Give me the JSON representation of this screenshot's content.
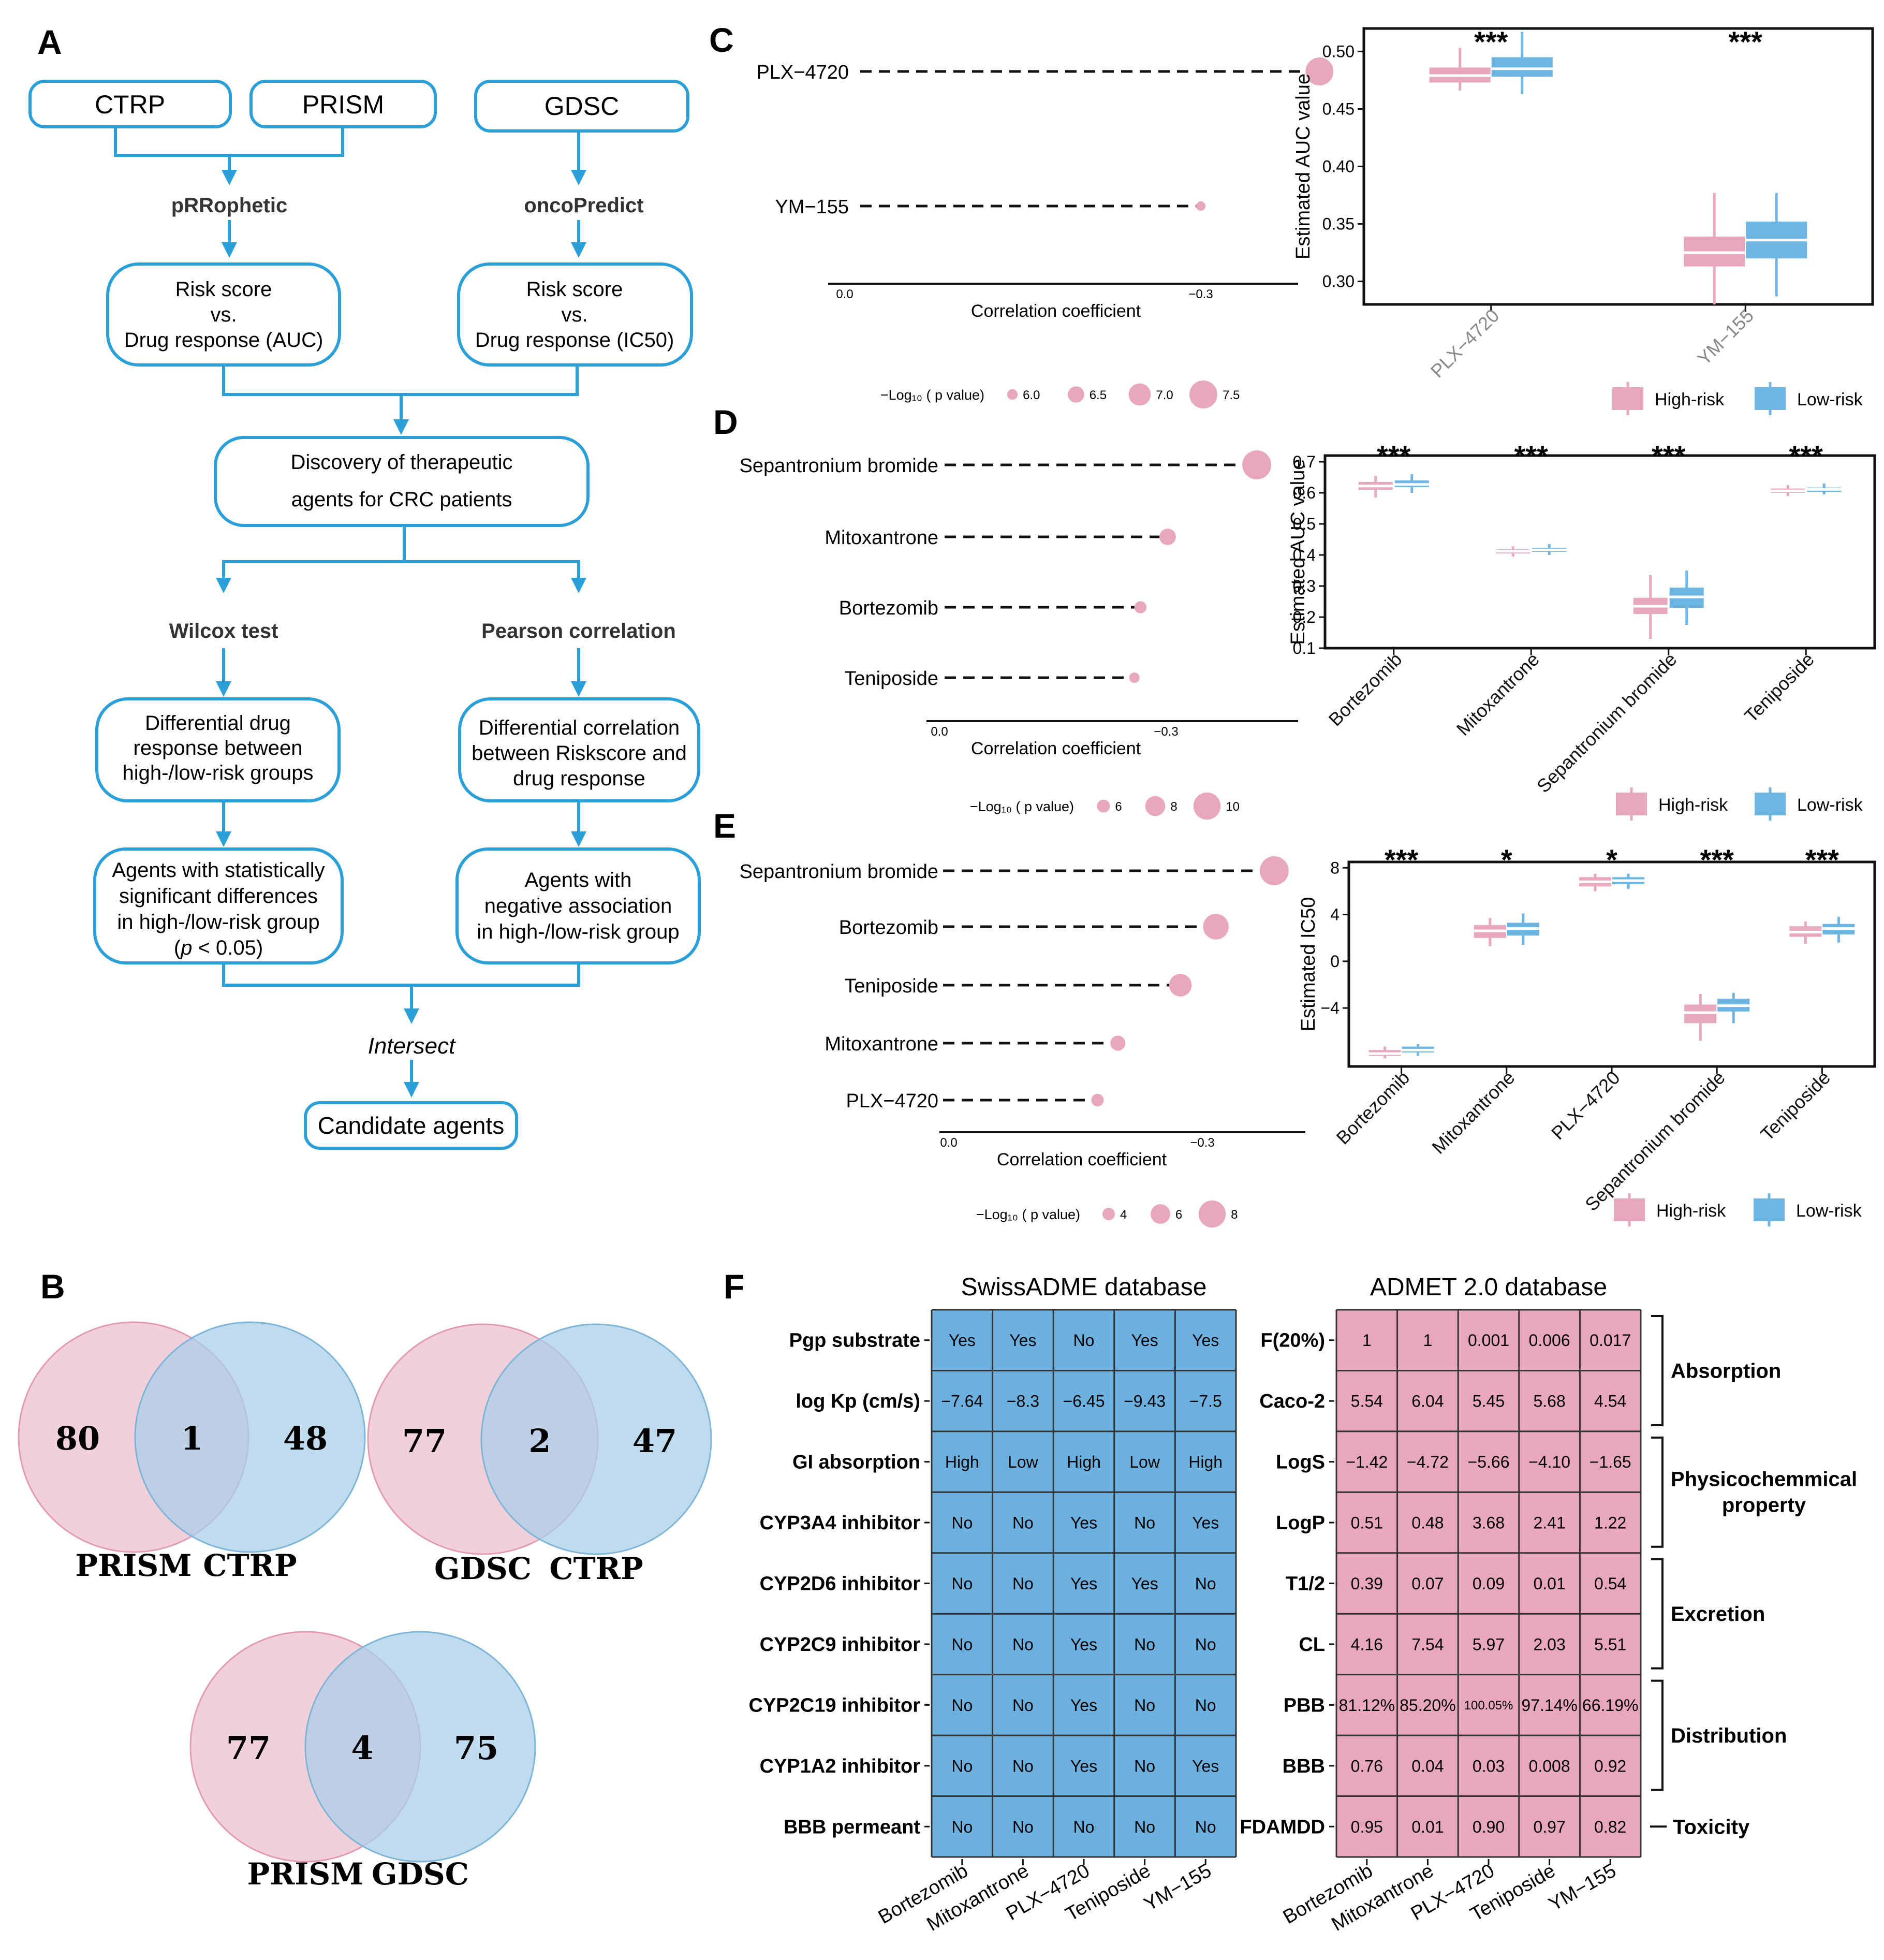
{
  "panel_labels": {
    "A": "A",
    "B": "B",
    "C": "C",
    "D": "D",
    "E": "E",
    "F": "F"
  },
  "colors": {
    "high": "#e8a7bf",
    "low": "#6fb5e2",
    "flow": "#2b9fd8",
    "swiss": "#6cb0e0",
    "admet": "#e8a7bf",
    "venn_left": "#efc4d1",
    "venn_right": "#a9cfe8"
  },
  "flowchart": {
    "ctrp": "CTRP",
    "prism": "PRISM",
    "gdsc": "GDSC",
    "prrophetic": "pRRophetic",
    "oncopredict": "oncoPredict",
    "risk_auc": [
      "Risk score",
      "vs.",
      "Drug response (AUC)"
    ],
    "risk_ic50": [
      "Risk score",
      "vs.",
      "Drug response (IC50)"
    ],
    "discovery": [
      "Discovery of therapeutic",
      "agents for CRC patients"
    ],
    "wilcox": "Wilcox test",
    "pearson": "Pearson correlation",
    "diff_drug": [
      "Differential drug",
      "response between",
      "high-/low-risk groups"
    ],
    "diff_corr": [
      "Differential correlation",
      "between Riskscore and",
      "drug response"
    ],
    "agents_sig": [
      "Agents with statistically",
      "significant differences",
      "in high-/low-risk group"
    ],
    "agents_sig_p": [
      "(",
      "p",
      " < 0.05)"
    ],
    "agents_neg": [
      "Agents with",
      "negative association",
      "in high-/low-risk group"
    ],
    "intersect": "Intersect",
    "candidate": "Candidate agents"
  },
  "venns": [
    {
      "left_label": "PRISM",
      "right_label": "CTRP",
      "left": "80",
      "mid": "1",
      "right": "48"
    },
    {
      "left_label": "GDSC",
      "right_label": "CTRP",
      "left": "77",
      "mid": "2",
      "right": "47"
    },
    {
      "left_label": "PRISM",
      "right_label": "GDSC",
      "left": "77",
      "mid": "4",
      "right": "75"
    }
  ],
  "chart_data": [
    {
      "panel": "C",
      "type": "scatter",
      "subtype": "lollipop",
      "drugs": [
        "PLX−4720",
        "YM−155"
      ],
      "x": [
        -0.4,
        -0.3
      ],
      "neglog10p": [
        7.5,
        5.9
      ],
      "xlabel": "Correlation coefficient",
      "xticks": [
        "0.0",
        "−0.3"
      ],
      "size_legend_title": "−Log₁₀ ( p value)",
      "size_legend": [
        "6.0",
        "6.5",
        "7.0",
        "7.5"
      ]
    },
    {
      "panel": "C",
      "type": "box",
      "categories": [
        "PLX−4720",
        "YM−155"
      ],
      "ylabel": "Estimated AUC value",
      "ylim": [
        0.28,
        0.52
      ],
      "yticks": [
        "0.30",
        "0.35",
        "0.40",
        "0.45",
        "0.50"
      ],
      "significance": [
        "***",
        "***"
      ],
      "series": [
        {
          "name": "High-risk",
          "boxes": [
            [
              0.466,
              0.473,
              0.479,
              0.486,
              0.503
            ],
            [
              0.28,
              0.313,
              0.325,
              0.339,
              0.377
            ]
          ]
        },
        {
          "name": "Low-risk",
          "boxes": [
            [
              0.463,
              0.478,
              0.485,
              0.495,
              0.517
            ],
            [
              0.287,
              0.32,
              0.336,
              0.352,
              0.377
            ]
          ]
        }
      ]
    },
    {
      "panel": "D",
      "type": "scatter",
      "subtype": "lollipop",
      "drugs": [
        "Sepantronium bromide",
        "Mitoxantrone",
        "Bortezomib",
        "Teniposide"
      ],
      "x": [
        -0.42,
        -0.302,
        -0.266,
        -0.258
      ],
      "neglog10p": [
        10.5,
        7,
        5.8,
        5.3
      ],
      "xlabel": "Correlation coefficient",
      "xticks": [
        "0.0",
        "−0.3"
      ],
      "size_legend_title": "−Log₁₀ ( p value)",
      "size_legend": [
        "6",
        "8",
        "10"
      ]
    },
    {
      "panel": "D",
      "type": "box",
      "categories": [
        "Bortezomib",
        "Mitoxantrone",
        "Sepantronium bromide",
        "Teniposide"
      ],
      "ylabel": "Estimated AUC value",
      "ylim": [
        0.1,
        0.72
      ],
      "yticks": [
        "0.1",
        "0.2",
        "0.3",
        "0.4",
        "0.5",
        "0.6",
        "0.7"
      ],
      "significance": [
        "***",
        "***",
        "***",
        "***"
      ],
      "series": [
        {
          "name": "High-risk",
          "boxes": [
            [
              0.585,
              0.61,
              0.622,
              0.635,
              0.655
            ],
            [
              0.395,
              0.405,
              0.412,
              0.418,
              0.428
            ],
            [
              0.13,
              0.21,
              0.235,
              0.262,
              0.335
            ],
            [
              0.59,
              0.6,
              0.606,
              0.614,
              0.625
            ]
          ]
        },
        {
          "name": "Low-risk",
          "boxes": [
            [
              0.6,
              0.618,
              0.627,
              0.64,
              0.66
            ],
            [
              0.4,
              0.41,
              0.416,
              0.423,
              0.435
            ],
            [
              0.175,
              0.23,
              0.265,
              0.295,
              0.35
            ],
            [
              0.595,
              0.603,
              0.611,
              0.617,
              0.63
            ]
          ]
        }
      ]
    },
    {
      "panel": "E",
      "type": "scatter",
      "subtype": "lollipop",
      "drugs": [
        "Sepantronium bromide",
        "Bortezomib",
        "Teniposide",
        "Mitoxantrone",
        "PLX−4720"
      ],
      "x": [
        -0.385,
        -0.316,
        -0.274,
        -0.2,
        -0.176
      ],
      "neglog10p": [
        8.5,
        7.6,
        6.8,
        4.8,
        4.1
      ],
      "xlabel": "Correlation coefficient",
      "xticks": [
        "0.0",
        "−0.3"
      ],
      "size_legend_title": "−Log₁₀ ( p value)",
      "size_legend": [
        "4",
        "6",
        "8"
      ]
    },
    {
      "panel": "E",
      "type": "box",
      "categories": [
        "Bortezomib",
        "Mitoxantrone",
        "PLX−4720",
        "Sepantronium bromide",
        "Teniposide"
      ],
      "ylabel": "Estimated IC50",
      "ylim": [
        -9,
        8.5
      ],
      "yticks": [
        "8",
        "4",
        "0",
        "−4"
      ],
      "significance": [
        "***",
        "*",
        "*",
        "***",
        "***"
      ],
      "series": [
        {
          "name": "High-risk",
          "boxes": [
            [
              -8.3,
              -8.1,
              -7.9,
              -7.6,
              -7.3
            ],
            [
              1.3,
              2,
              2.6,
              3.1,
              3.7
            ],
            [
              6,
              6.4,
              6.8,
              7.2,
              7.5
            ],
            [
              -6.8,
              -5.3,
              -4.4,
              -3.7,
              -2.8
            ],
            [
              1.5,
              2.1,
              2.5,
              3,
              3.4
            ]
          ]
        },
        {
          "name": "Low-risk",
          "boxes": [
            [
              -8.1,
              -7.8,
              -7.6,
              -7.3,
              -7.1
            ],
            [
              1.4,
              2.2,
              2.8,
              3.3,
              4.1
            ],
            [
              6.2,
              6.6,
              6.9,
              7.2,
              7.5
            ],
            [
              -5.3,
              -4.3,
              -3.8,
              -3.2,
              -2.7
            ],
            [
              1.6,
              2.3,
              2.8,
              3.2,
              3.8
            ]
          ]
        }
      ]
    },
    {
      "panel": "F",
      "type": "table",
      "title": "SwissADME database",
      "columns": [
        "Bortezomib",
        "Mitoxantrone",
        "PLX−4720",
        "Teniposide",
        "YM−155"
      ],
      "rows": [
        {
          "label": "Pgp substrate",
          "values": [
            "Yes",
            "Yes",
            "No",
            "Yes",
            "Yes"
          ]
        },
        {
          "label": "log Kp (cm/s)",
          "values": [
            "−7.64",
            "−8.3",
            "−6.45",
            "−9.43",
            "−7.5"
          ]
        },
        {
          "label": "GI absorption",
          "values": [
            "High",
            "Low",
            "High",
            "Low",
            "High"
          ]
        },
        {
          "label": "CYP3A4 inhibitor",
          "values": [
            "No",
            "No",
            "Yes",
            "No",
            "Yes"
          ]
        },
        {
          "label": "CYP2D6 inhibitor",
          "values": [
            "No",
            "No",
            "Yes",
            "Yes",
            "No"
          ]
        },
        {
          "label": "CYP2C9 inhibitor",
          "values": [
            "No",
            "No",
            "Yes",
            "No",
            "No"
          ]
        },
        {
          "label": "CYP2C19 inhibitor",
          "values": [
            "No",
            "No",
            "Yes",
            "No",
            "No"
          ]
        },
        {
          "label": "CYP1A2 inhibitor",
          "values": [
            "No",
            "No",
            "Yes",
            "No",
            "Yes"
          ]
        },
        {
          "label": "BBB permeant",
          "values": [
            "No",
            "No",
            "No",
            "No",
            "No"
          ]
        }
      ]
    },
    {
      "panel": "F",
      "type": "table",
      "title": "ADMET 2.0 database",
      "columns": [
        "Bortezomib",
        "Mitoxantrone",
        "PLX−4720",
        "Teniposide",
        "YM−155"
      ],
      "rows": [
        {
          "label": "F(20%)",
          "values": [
            "1",
            "1",
            "0.001",
            "0.006",
            "0.017"
          ]
        },
        {
          "label": "Caco-2",
          "values": [
            "5.54",
            "6.04",
            "5.45",
            "5.68",
            "4.54"
          ]
        },
        {
          "label": "LogS",
          "values": [
            "−1.42",
            "−4.72",
            "−5.66",
            "−4.10",
            "−1.65"
          ]
        },
        {
          "label": "LogP",
          "values": [
            "0.51",
            "0.48",
            "3.68",
            "2.41",
            "1.22"
          ]
        },
        {
          "label": "T1/2",
          "values": [
            "0.39",
            "0.07",
            "0.09",
            "0.01",
            "0.54"
          ]
        },
        {
          "label": "CL",
          "values": [
            "4.16",
            "7.54",
            "5.97",
            "2.03",
            "5.51"
          ]
        },
        {
          "label": "PBB",
          "values": [
            "81.12%",
            "85.20%",
            "100.05%",
            "97.14%",
            "66.19%"
          ]
        },
        {
          "label": "BBB",
          "values": [
            "0.76",
            "0.04",
            "0.03",
            "0.008",
            "0.92"
          ]
        },
        {
          "label": "FDAMDD",
          "values": [
            "0.95",
            "0.01",
            "0.90",
            "0.97",
            "0.82"
          ]
        }
      ],
      "groups": [
        {
          "label": "Absorption"
        },
        {
          "label": "Physicochemmical property"
        },
        {
          "label": "Excretion"
        },
        {
          "label": "Distribution"
        },
        {
          "label": "Toxicity"
        }
      ]
    }
  ]
}
